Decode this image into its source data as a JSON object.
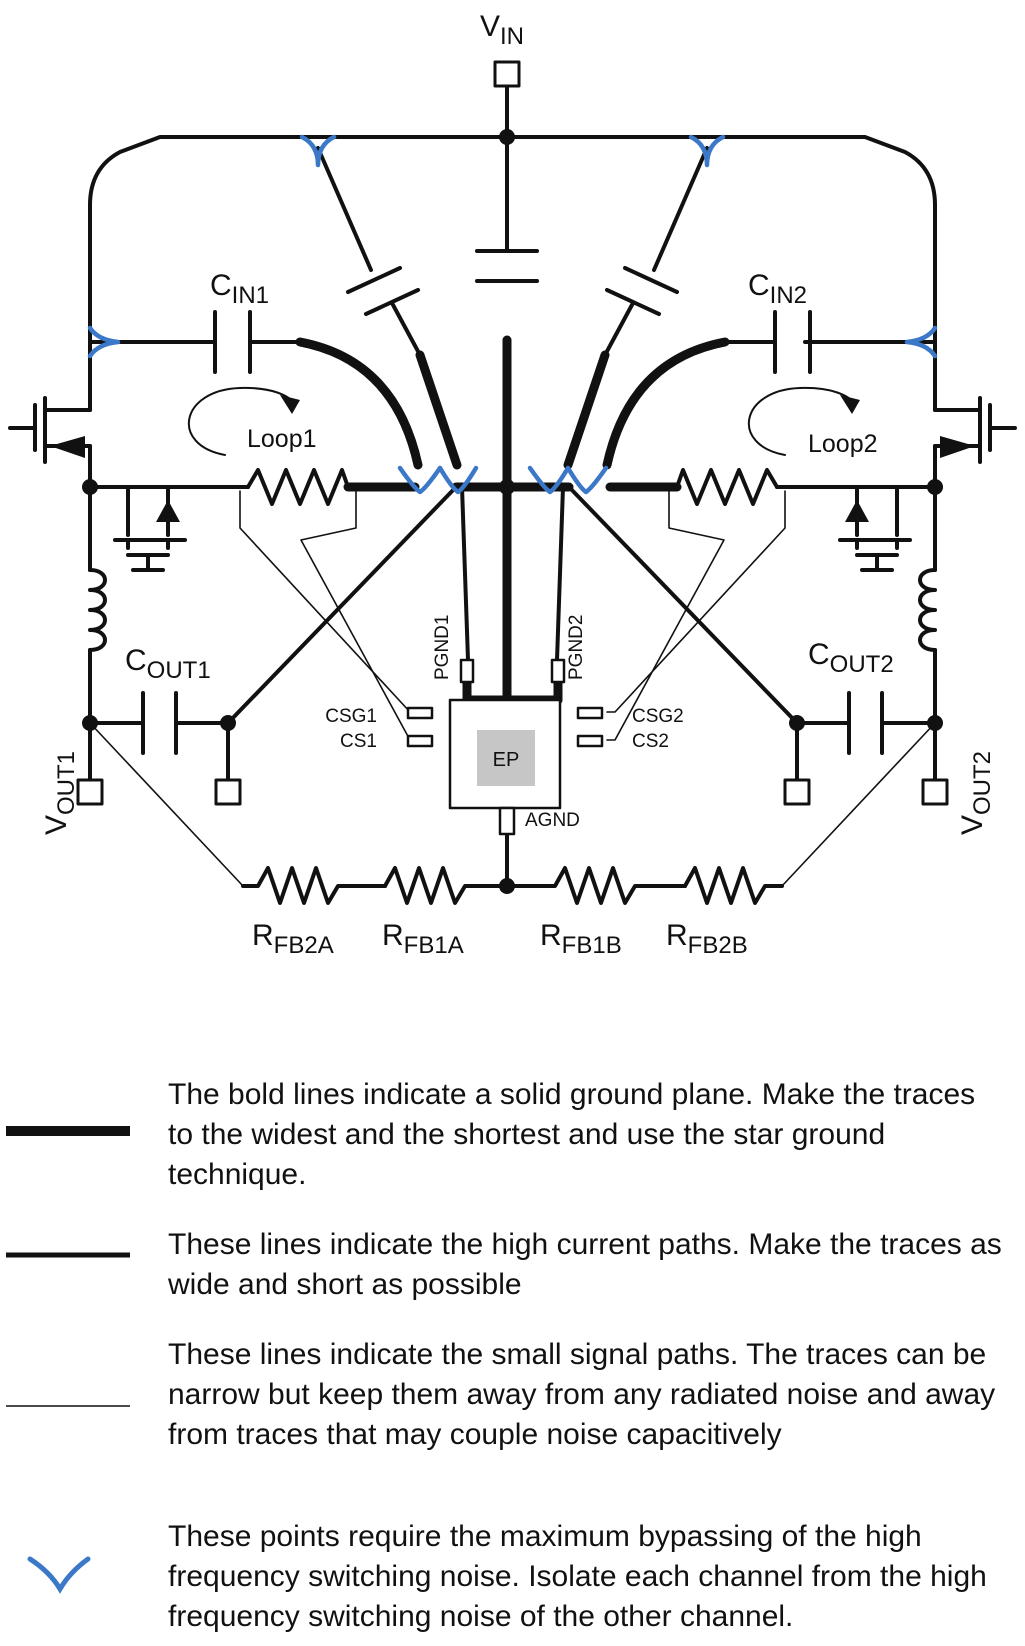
{
  "schematic": {
    "vin": {
      "main": "V",
      "sub": "IN"
    },
    "cin1": {
      "main": "C",
      "sub": "IN1"
    },
    "cin2": {
      "main": "C",
      "sub": "IN2"
    },
    "loop1": "Loop1",
    "loop2": "Loop2",
    "cout1": {
      "main": "C",
      "sub": "OUT1"
    },
    "cout2": {
      "main": "C",
      "sub": "OUT2"
    },
    "vout1": {
      "main": "V",
      "sub": "OUT1"
    },
    "vout2": {
      "main": "V",
      "sub": "OUT2"
    },
    "pgnd1": "PGND1",
    "pgnd2": "PGND2",
    "csg1": "CSG1",
    "cs1": "CS1",
    "csg2": "CSG2",
    "cs2": "CS2",
    "ep": "EP",
    "agnd": "AGND",
    "rfb2a": {
      "main": "R",
      "sub": "FB2A"
    },
    "rfb1a": {
      "main": "R",
      "sub": "FB1A"
    },
    "rfb1b": {
      "main": "R",
      "sub": "FB1B"
    },
    "rfb2b": {
      "main": "R",
      "sub": "FB2B"
    }
  },
  "legend": [
    {
      "sample": "bold-line",
      "text": "The bold lines indicate a solid ground plane. Make the traces to the widest and the shortest and use the star ground technique."
    },
    {
      "sample": "medium-line",
      "text": "These lines indicate the high current paths. Make the traces as wide and short as possible"
    },
    {
      "sample": "thin-line",
      "text": "These lines indicate the small signal paths. The traces can be narrow but keep them away from any radiated noise and away from traces that may couple noise capacitively"
    },
    {
      "sample": "blue-v-mark",
      "text": "These points require the maximum bypassing of the high frequency switching noise. Isolate each channel from the high frequency switching noise of the other channel."
    }
  ],
  "colors": {
    "ink": "#111111",
    "bypass_mark": "#3b78c8",
    "ep_pad": "#c6c6c6"
  }
}
